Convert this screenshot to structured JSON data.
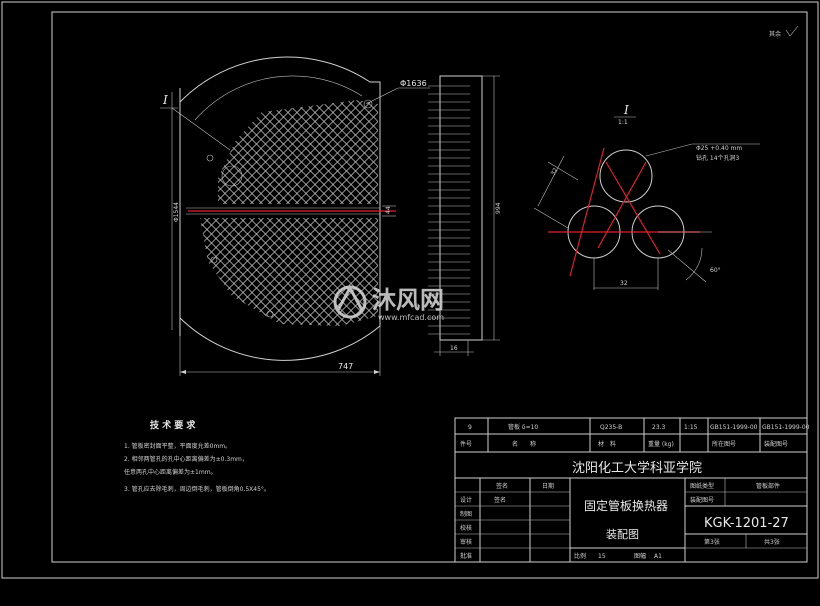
{
  "corner_mark": "其余",
  "dims": {
    "bolt_circle": "Φ1636",
    "diameter": "Φ1544",
    "width": "747",
    "height": "994",
    "thickness": "16",
    "pass_width": "44"
  },
  "leader_I": "I",
  "detail": {
    "label": "I",
    "scale": "1:1",
    "hole_dia": "Φ25 +0.40 mm",
    "hole_note": "钻孔 14个孔洞3",
    "pitch_diag": "32",
    "pitch_horiz": "32",
    "angle": "60°"
  },
  "tech_req": {
    "title": "技 术 要 求",
    "lines": [
      "1. 管板密封面平整，平面度允差0mm。",
      "2. 相邻两管孔的孔中心距离偏差为±0.3mm，",
      "   任意两孔中心距离偏差为±1mm。",
      "3. 管孔应去除毛刺，周边倒毛刺，管板倒角0.5X45°。"
    ]
  },
  "bom": {
    "row": [
      "9",
      "管板 δ=10",
      "Q235-B",
      "23.3",
      "1:15",
      "GB151-1999-00",
      "GB151-1999-00"
    ],
    "header": [
      "件号",
      "名　　称",
      "材　料",
      "重量 (kg)",
      "",
      "所在图号",
      "装配图号"
    ]
  },
  "title_block": {
    "school": "沈阳化工大学科亚学院",
    "product": "固定管板换热器",
    "drawing_type": "装配图",
    "drawing_no": "KGK-1201-27",
    "scale_label": "比例",
    "scale_value": "15",
    "size_label": "图幅",
    "size_value": "A1",
    "sheet_no": "第3张",
    "sheet_total": "共3张",
    "left_rows": [
      "设计",
      "制图",
      "校核",
      "审核",
      "批准"
    ],
    "left_header": [
      "",
      "签名",
      "日期"
    ],
    "designer_sign": "签名",
    "right_labels": [
      "图纸类型",
      "装配图号"
    ],
    "right_values": [
      "管板部件",
      ""
    ]
  },
  "watermark": {
    "brand": "沐风网",
    "url": "www.mfcad.com"
  }
}
